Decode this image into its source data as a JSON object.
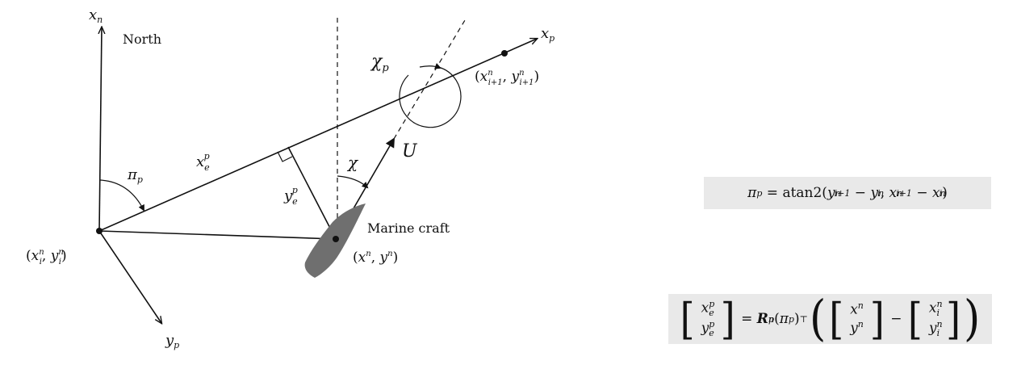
{
  "diagram": {
    "labels": {
      "x_n": "x",
      "x_n_sub": "n",
      "north": "North",
      "x_p": "x",
      "x_p_sub": "p",
      "y_p": "y",
      "y_p_sub": "p",
      "chi_p": "χ",
      "chi_p_sub": "p",
      "chi": "χ",
      "U": "U",
      "pi_p": "π",
      "pi_p_sub": "p",
      "x_e_p": "x",
      "x_e_p_sub": "e",
      "x_e_p_sup": "p",
      "y_e_p": "y",
      "y_e_p_sub": "e",
      "y_e_p_sup": "p",
      "marine_craft": "Marine craft",
      "point_i": "(x",
      "point_i_rest": "n i , y n i )",
      "point_next": "(x n i+1 , y n i+1 )",
      "point_craft": "(x n , y n )"
    }
  },
  "equations": {
    "eq1_lhs": "π",
    "eq1_lhs_sub": "p",
    "eq1_rhs": "= atan2(y",
    "eq1_full": "πp = atan2(y n i+1 − y n i , x n i+1 − x n i )",
    "eq2_full": "[x p e ; y p e] = R n p (πp)⊤ ( [x n ; y n] − [x n i ; y n i] )"
  }
}
